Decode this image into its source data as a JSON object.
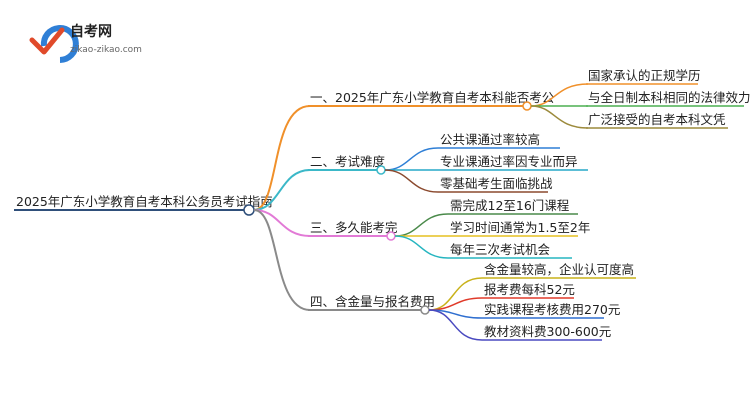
{
  "logo": {
    "name": "自考网",
    "url": "zikao-zikao.com"
  },
  "root": {
    "label": "2025年广东小学教育自考本科公务员考试指南"
  },
  "branches": [
    {
      "label": "一、2025年广东小学教育自考本科能否考公",
      "color": "#f0902a",
      "children": [
        "国家承认的正规学历",
        "与全日制本科相同的法律效力",
        "广泛接受的自考本科文凭"
      ]
    },
    {
      "label": "二、考试难度",
      "color": "#3bb8c8",
      "children": [
        "公共课通过率较高",
        "专业课通过率因专业而异",
        "零基础考生面临挑战"
      ]
    },
    {
      "label": "三、多久能考完",
      "color": "#e27ad6",
      "children": [
        "需完成12至16门课程",
        "学习时间通常为1.5至2年",
        "每年三次考试机会"
      ]
    },
    {
      "label": "四、含金量与报名费用",
      "color": "#8a8a8a",
      "children": [
        "含金量较高，企业认可度高",
        "报考费每科52元",
        "实践课程考核费用270元",
        "教材资料费300-600元"
      ]
    }
  ],
  "child_colors": [
    "#f0902a",
    "#4caf50",
    "#9c8a3c",
    "#2f7fd6",
    "#26a8c8",
    "#8b4a2e",
    "#4a8a4a",
    "#e6c020",
    "#26b5c0",
    "#c9b21a",
    "#e03a2a",
    "#2f6fd0",
    "#4a4ac0"
  ]
}
